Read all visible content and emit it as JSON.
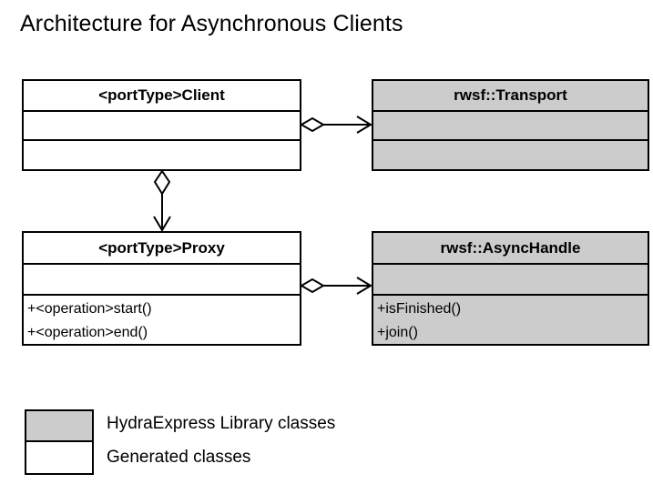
{
  "title": "Architecture for Asynchronous Clients",
  "colors": {
    "library_fill": "#cccccc",
    "generated_fill": "#ffffff",
    "stroke": "#000000"
  },
  "classes": [
    {
      "id": "client",
      "name": "<portType>Client",
      "kind": "generated",
      "attributes": [],
      "operations": []
    },
    {
      "id": "transport",
      "name": "rwsf::Transport",
      "kind": "library",
      "attributes": [],
      "operations": []
    },
    {
      "id": "proxy",
      "name": "<portType>Proxy",
      "kind": "generated",
      "attributes": [],
      "operations": [
        "+<operation>start()",
        "+<operation>end()"
      ]
    },
    {
      "id": "asynchandle",
      "name": "rwsf::AsyncHandle",
      "kind": "library",
      "attributes": [],
      "operations": [
        "+isFinished()",
        "+join()"
      ]
    }
  ],
  "relationships": [
    {
      "id": "client-transport",
      "type": "aggregation",
      "source": "client",
      "target": "transport",
      "source_decoration": "hollow-diamond",
      "target_decoration": "open-arrow"
    },
    {
      "id": "client-proxy",
      "type": "aggregation",
      "source": "client",
      "target": "proxy",
      "source_decoration": "hollow-diamond",
      "target_decoration": "open-arrow"
    },
    {
      "id": "proxy-asynchandle",
      "type": "aggregation",
      "source": "proxy",
      "target": "asynchandle",
      "source_decoration": "hollow-diamond",
      "target_decoration": "open-arrow"
    }
  ],
  "legend": {
    "items": [
      {
        "swatch": "library_fill",
        "label": "HydraExpress Library classes"
      },
      {
        "swatch": "generated_fill",
        "label": "Generated classes"
      }
    ]
  }
}
